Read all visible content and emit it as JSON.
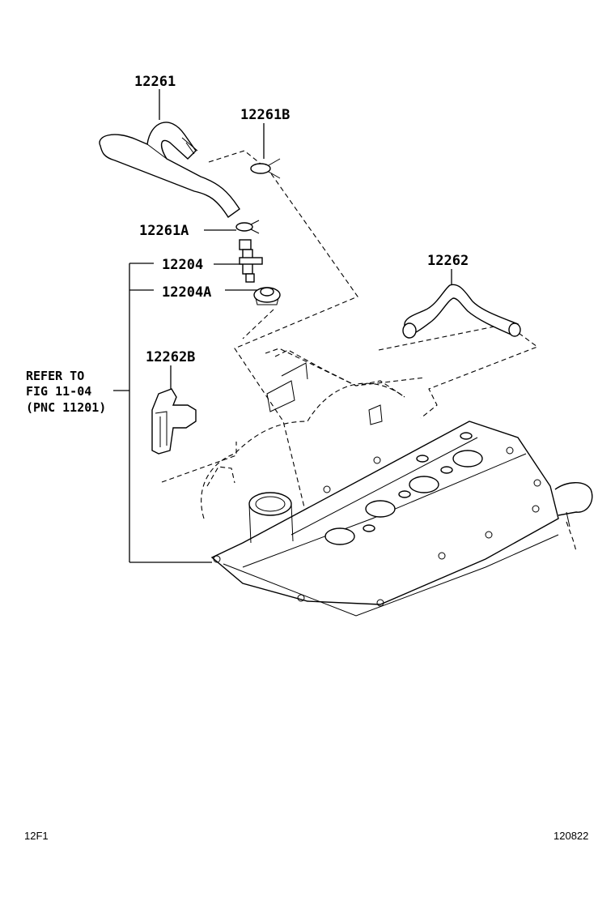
{
  "labels": {
    "p12261": "12261",
    "p12261B": "12261B",
    "p12261A": "12261A",
    "p12204": "12204",
    "p12204A": "12204A",
    "p12262": "12262",
    "p12262B": "12262B"
  },
  "refer": {
    "line1": "REFER TO",
    "line2": "FIG 11-04",
    "line3": "(PNC 11201)"
  },
  "footer": {
    "left": "12F1",
    "right": "120822"
  }
}
